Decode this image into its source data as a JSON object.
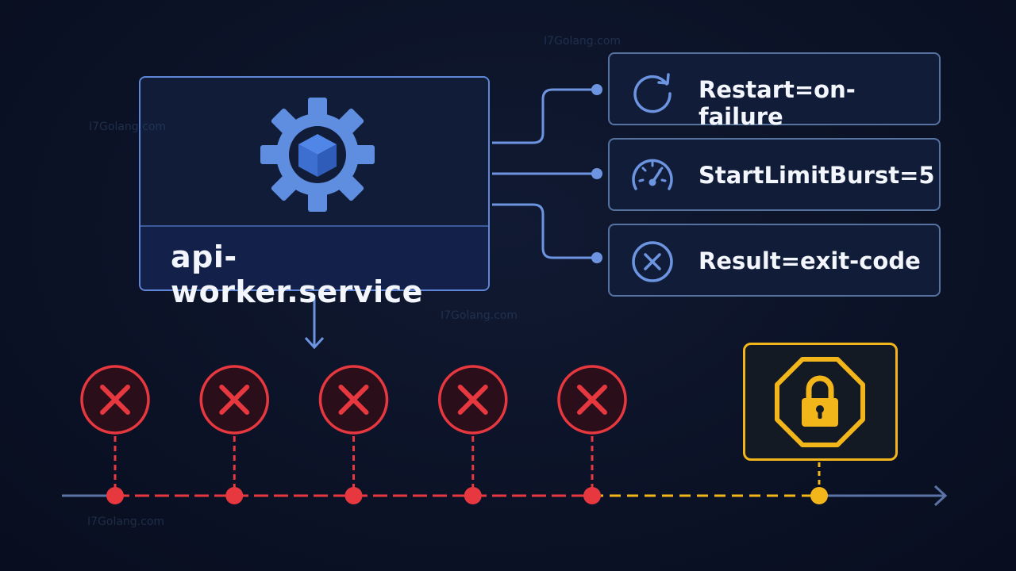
{
  "service": {
    "name": "api-worker.service",
    "icon": "gear-cube-icon"
  },
  "config": [
    {
      "label": "Restart=on-failure",
      "icon": "restart-icon"
    },
    {
      "label": "StartLimitBurst=5",
      "icon": "speedometer-icon"
    },
    {
      "label": "Result=exit-code",
      "icon": "x-circle-icon"
    }
  ],
  "timeline": {
    "failures": 5,
    "final_state": "locked",
    "lock_icon": "lock-octagon-icon"
  },
  "colors": {
    "background": "#0b1226",
    "accent_blue": "#5f86d6",
    "failure_red": "#e8383f",
    "warning_yellow": "#f2b51a"
  },
  "watermark": "I7Golang.com"
}
